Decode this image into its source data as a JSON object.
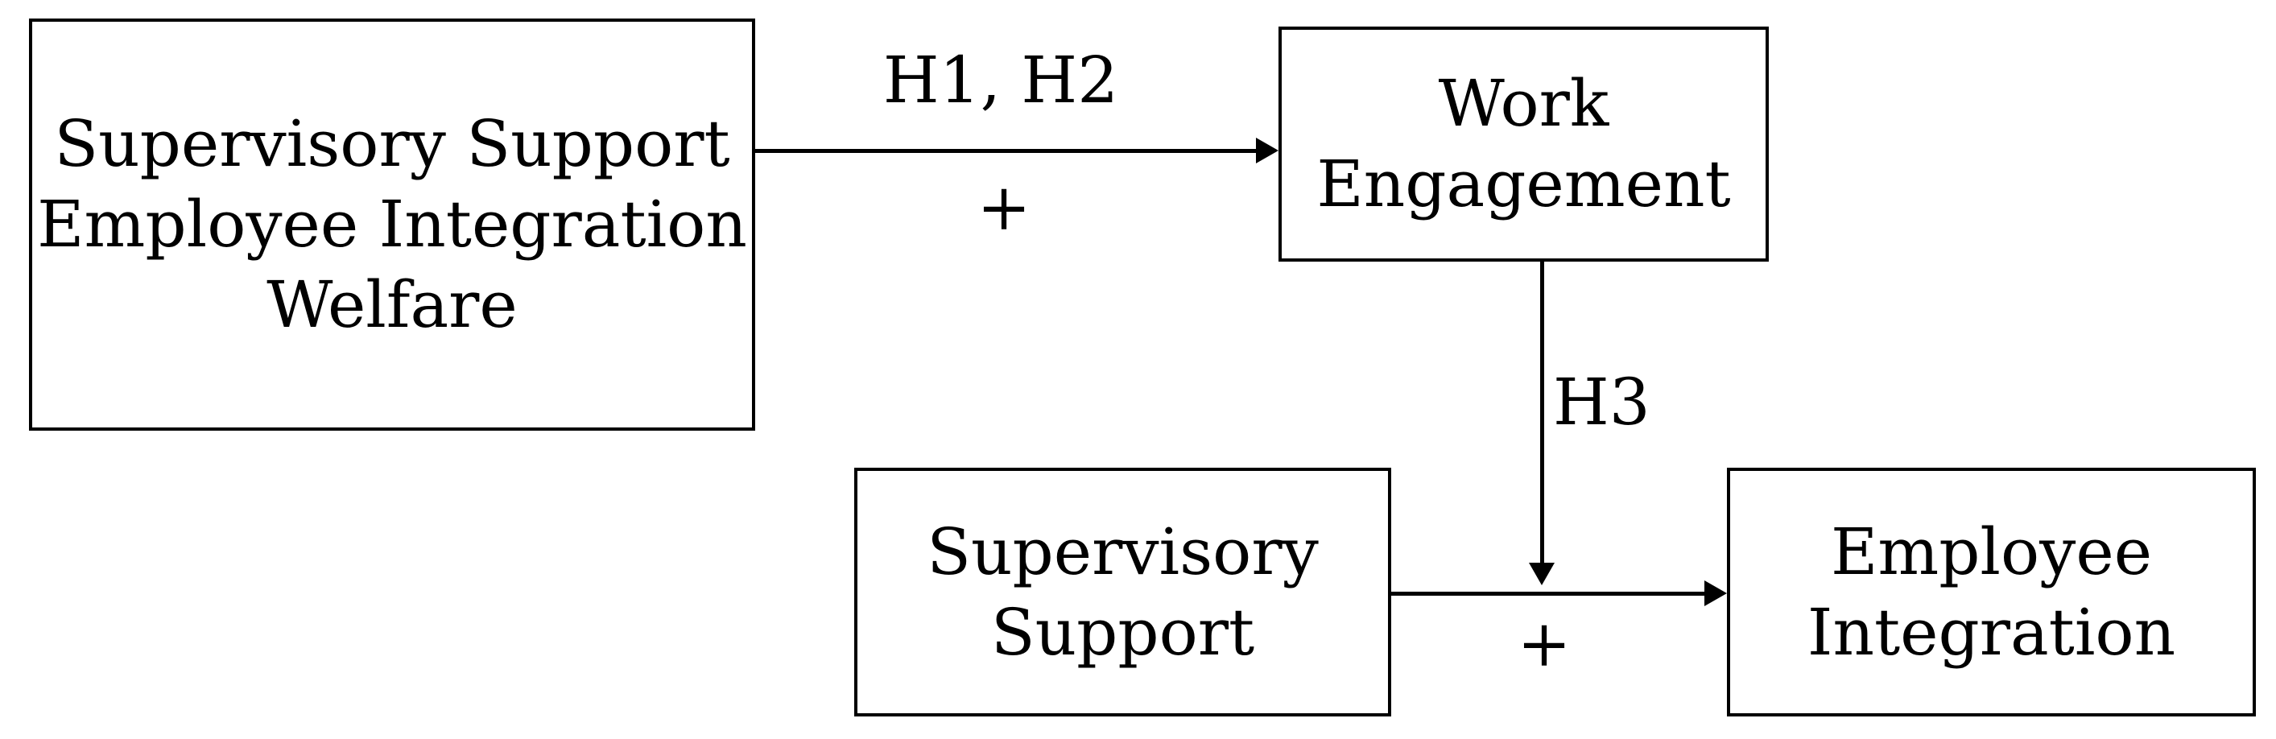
{
  "diagram": {
    "background_color": "#ffffff",
    "line_color": "#000000",
    "text_color": "#000000",
    "nodes": {
      "antecedents": {
        "lines": [
          "Supervisory Support",
          "Employee Integration",
          "Welfare"
        ]
      },
      "work_engagement": {
        "lines": [
          "Work",
          "Engagement"
        ]
      },
      "supervisory_support": {
        "lines": [
          "Supervisory",
          "Support"
        ]
      },
      "employee_integration": {
        "lines": [
          "Employee",
          "Integration"
        ]
      }
    },
    "edge_labels": {
      "h1_h2": "H1, H2",
      "h1_h2_sign": "+",
      "h3": "H3",
      "h3_sign": "+"
    }
  }
}
